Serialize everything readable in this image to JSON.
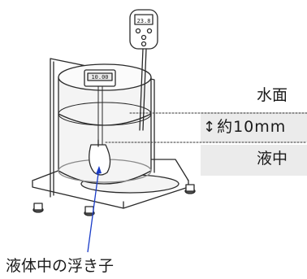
{
  "labels": {
    "water_surface": "水面",
    "depth_arrow": "↕",
    "depth": "約10mm",
    "in_liquid": "液中",
    "float_in_liquid": "液体中の浮き子"
  },
  "instrument": {
    "thermometer_display": "23.8",
    "holder_display": "10.00"
  },
  "colors": {
    "line": "#2a2a2a",
    "pointer": "#1a3cc8",
    "band": "#ebebeb",
    "liquid": "#f2f2f2"
  }
}
